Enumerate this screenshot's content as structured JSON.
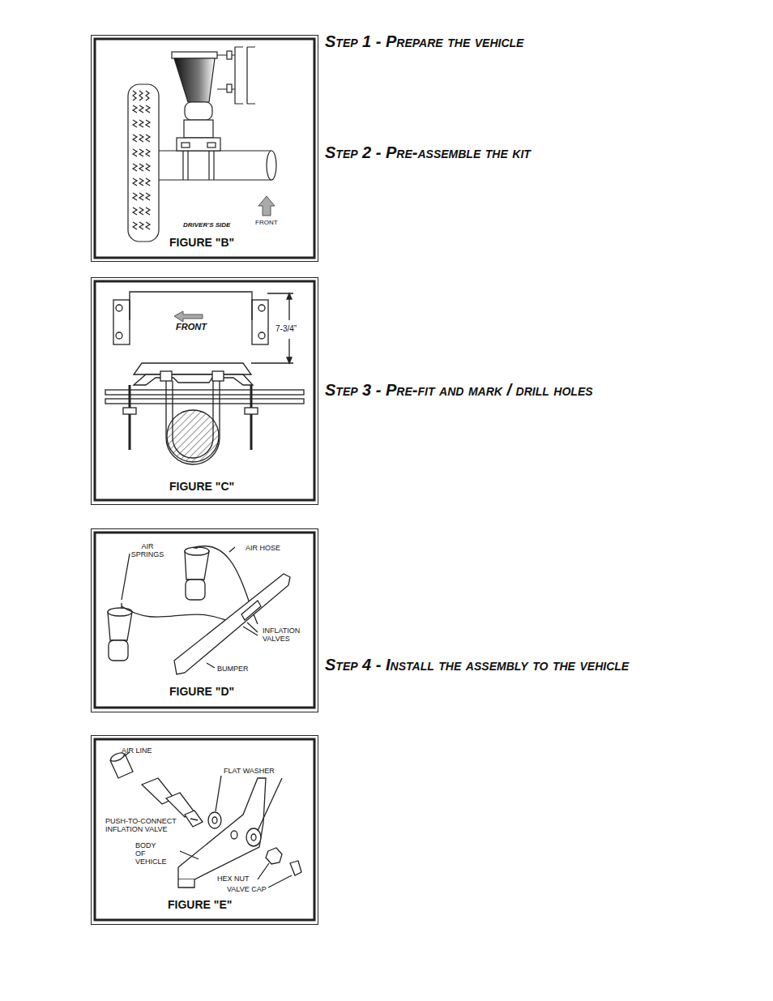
{
  "diagram": {
    "nodes": [
      {
        "text": [
          "FIGURE \"B\""
        ]
      },
      {
        "text": [
          "FIGURE \"C\""
        ]
      },
      {
        "text": [
          "FIGURE \"D\""
        ]
      },
      {
        "text": [
          "FIGURE \"E\""
        ]
      }
    ],
    "labels": [
      "Step 1 - Prepare the vehicle",
      "Step 2 - Pre-assemble the kit",
      "Step 3 - Pre-fit and mark / drill holes",
      "Step 4 - Install the assembly to the vehicle",
      "DRIVER'S SIDE",
      "FRONT",
      "FRONT",
      "7-3/4”",
      "AIR SPRINGS",
      "AIR HOSE",
      "INFLATION VALVES",
      "BUMPER",
      "AIR LINE",
      "FLAT WASHER",
      "PUSH-TO-CONNECT INFLATION VALVE",
      "BODY OF VEHICLE",
      "HEX NUT",
      "VALVE CAP"
    ]
  }
}
